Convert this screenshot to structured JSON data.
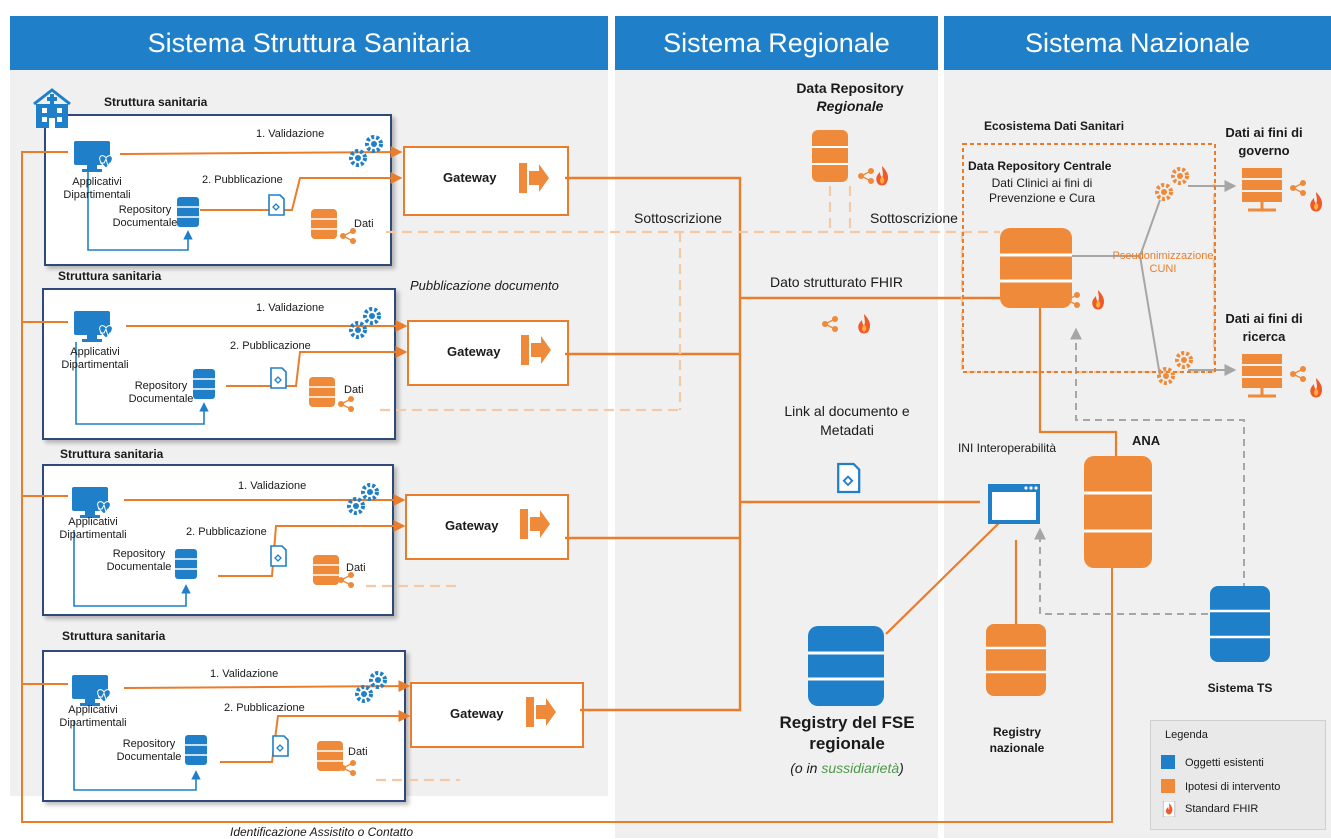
{
  "columns": {
    "struttura": "Sistema Struttura Sanitaria",
    "regionale": "Sistema Regionale",
    "nazionale": "Sistema Nazionale"
  },
  "facility_title": "Struttura sanitaria",
  "facility": {
    "validazione": "1. Validazione",
    "pubblicazione": "2. Pubblicazione",
    "applicativi": "Applicativi Dipartimentali",
    "repository": "Repository Documentale",
    "dati": "Dati",
    "gateway": "Gateway"
  },
  "regionale": {
    "data_repo_line1": "Data Repository",
    "data_repo_line2": "Regionale",
    "sottoscrizione": "Sottoscrizione",
    "pubblicazione_documento": "Pubblicazione documento",
    "dato_strutturato": "Dato strutturato FHIR",
    "link_documento": "Link al documento e Metadati",
    "registry_fse": "Registry del FSE regionale",
    "sussidiarieta_prefix": "(o in ",
    "sussidiarieta_word": "sussidiarietà",
    "sussidiarieta_suffix": ")"
  },
  "nazionale": {
    "ecosistema": "Ecosistema Dati Sanitari",
    "data_repo_centrale": "Data Repository Centrale",
    "data_repo_desc": "Dati Clinici ai fini di Prevenzione e Cura",
    "sottoscrizione": "Sottoscrizione",
    "pseudonimizzazione": "Pseudonimizzazione CUNI",
    "dati_governo": "Dati ai fini di governo",
    "dati_ricerca": "Dati ai fini di ricerca",
    "ini": "INI Interoperabilità",
    "ana": "ANA",
    "registry_nazionale": "Registry nazionale",
    "sistema_ts": "Sistema TS"
  },
  "legend": {
    "title": "Legenda",
    "items": [
      {
        "label": "Oggetti esistenti",
        "color": "#1f7fc8"
      },
      {
        "label": "Ipotesi di intervento",
        "color": "#ee8a3a"
      },
      {
        "label": "Standard FHIR",
        "color": "#f05a28"
      }
    ]
  },
  "footer": "Identificazione Assistito o Contatto",
  "colors": {
    "blue": "#1f7fc8",
    "orange": "#ee8a3a",
    "line": "#ea7d2c",
    "dashed": "#f5c9a6",
    "grey": "#a6a6a6",
    "box": "#2f4a7a"
  }
}
